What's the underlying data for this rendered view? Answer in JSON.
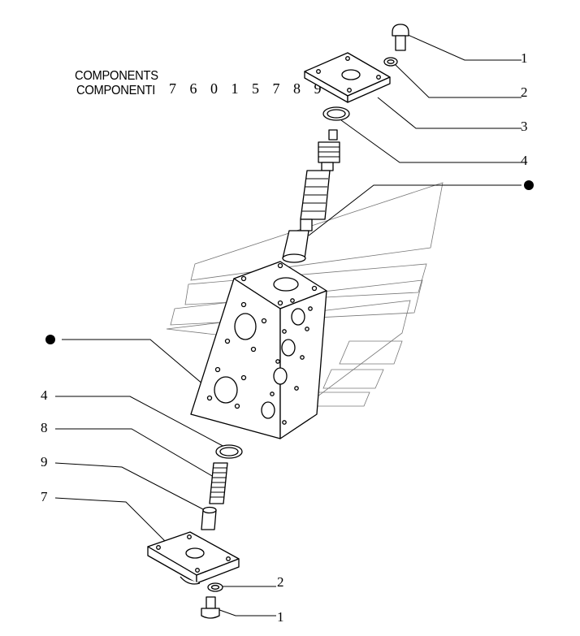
{
  "header": {
    "line1": "COMPONENTS",
    "line2": "COMPONENTI",
    "code": "7 6 0 1 5 7 8 9"
  },
  "callouts": {
    "c1_top": "1",
    "c2_top": "2",
    "c3": "3",
    "c4_top": "4",
    "c4_left": "4",
    "c8": "8",
    "c9": "9",
    "c7": "7",
    "c2_bottom": "2",
    "c1_bottom": "1"
  },
  "icons": {
    "reference_dot": "filled-circle"
  }
}
